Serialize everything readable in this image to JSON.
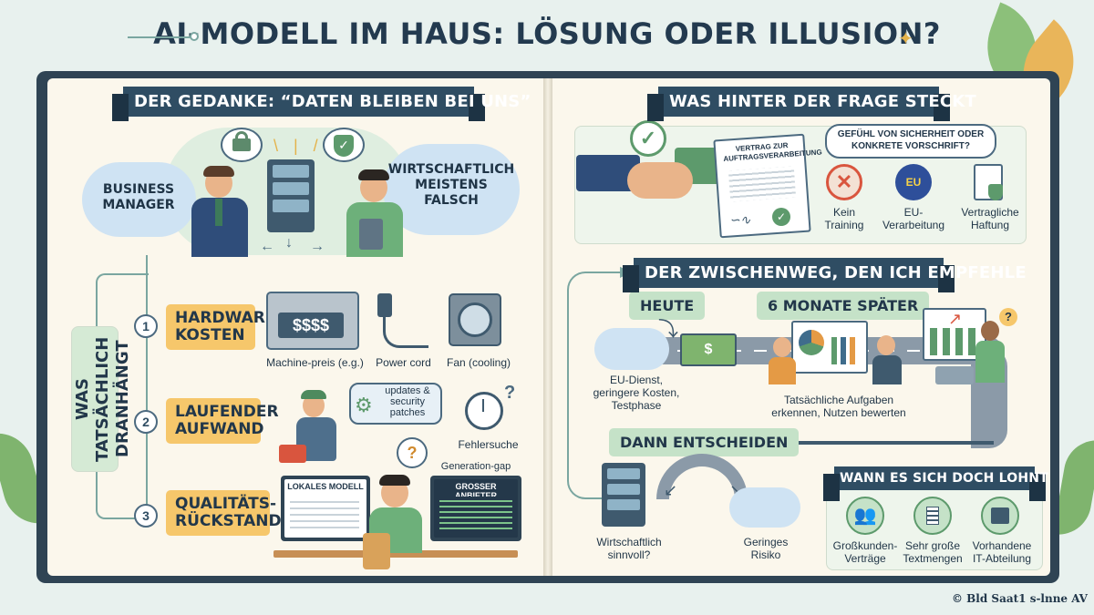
{
  "title": "AI-MODELL IM HAUS: LÖSUNG ODER ILLUSION?",
  "left": {
    "banner": "DER GEDANKE: “DATEN BLEIBEN BEI UNS”",
    "business_manager": "BUSINESS\nMANAGER",
    "wirtschaftlich": "WIRTSCHAFTLICH\nMEISTENS\nFALSCH",
    "vertical_label": "WAS TATSÄCHLICH\nDRANHÄNGT",
    "items": [
      {
        "num": "1",
        "label": "HARDWARE\nKOSTEN"
      },
      {
        "num": "2",
        "label": "LAUFENDER\nAUFWAND"
      },
      {
        "num": "3",
        "label": "QUALITÄTS-\nRÜCKSTAND"
      }
    ],
    "hardware_price": "$$$$",
    "machine_label": "Machine-preis (e.g.)",
    "power_label": "Power cord",
    "fan_label": "Fan (cooling)",
    "updates_label": "updates &\nsecurity\npatches",
    "fehlersuche": "Fehlersuche",
    "generation_gap": "Generation-gap",
    "lokales_modell": "LOKALES MODELL",
    "grosser_anbieter": "GROSSER ANBIETER"
  },
  "right": {
    "banner": "WAS HINTER DER FRAGE STECKT",
    "vertrag_title": "VERTRAG ZUR\nAUFTRAGSVERARBEITUNG",
    "question_bubble": "GEFÜHL VON SICHERHEIT ODER\nKONKRETE VORSCHRIFT?",
    "eu_text": "EU",
    "icons": [
      {
        "label": "Kein\nTraining"
      },
      {
        "label": "EU-\nVerarbeitung"
      },
      {
        "label": "Vertragliche\nHaftung"
      }
    ],
    "zwischenweg_banner": "DER ZWISCHENWEG, DEN ICH EMPFEHLE",
    "heute": "HEUTE",
    "sechs_monate": "6 MONATE SPÄTER",
    "eu_dienst": "EU-Dienst,\ngeringere Kosten,\nTestphase",
    "aufgaben": "Tatsächliche Aufgaben\nerkennen, Nutzen bewerten",
    "dann_entscheiden": "DANN ENTSCHEIDEN",
    "wirtschaftlich_sinnvoll": "Wirtschaftlich\nsinnvoll?",
    "geringes_risiko": "Geringes\nRisiko",
    "lohnt_banner": "WANN ES SICH DOCH LOHNT",
    "lohnt_items": [
      {
        "label": "Großkunden-\nVerträge"
      },
      {
        "label": "Sehr große\nTextmengen"
      },
      {
        "label": "Vorhandene\nIT-Abteilung"
      }
    ]
  },
  "footer": "© Bld Saat1 s-lnne AV",
  "colors": {
    "navy": "#2f4d63",
    "yellow": "#f6c76b",
    "green": "#c5e2c8",
    "cloud": "#cfe3f3",
    "page": "#fbf7ec"
  }
}
